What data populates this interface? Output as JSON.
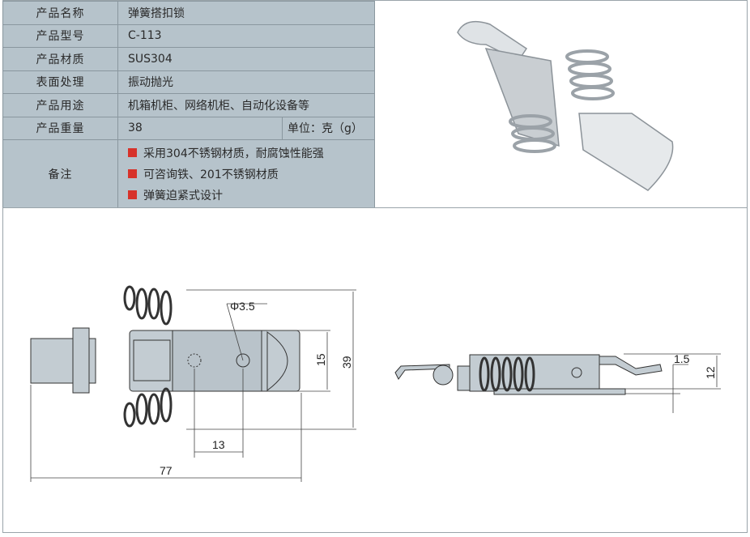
{
  "spec_table": {
    "rows": [
      {
        "label": "产品名称",
        "value": "弹簧搭扣锁"
      },
      {
        "label": "产品型号",
        "value": "C-113"
      },
      {
        "label": "产品材质",
        "value": "SUS304"
      },
      {
        "label": "表面处理",
        "value": "振动抛光"
      },
      {
        "label": "产品用途",
        "value": "机箱机柜、网络机柜、自动化设备等"
      },
      {
        "label": "产品重量",
        "value": "38",
        "unit": "单位：克（g）"
      }
    ],
    "notes_label": "备注",
    "notes": [
      "采用304不锈钢材质，耐腐蚀性能强",
      "可咨询铁、201不锈钢材质",
      "弹簧迫紧式设计"
    ],
    "bullet_color": "#d7322a"
  },
  "drawing": {
    "hole_diameter": "Φ3.5",
    "dim_15": "15",
    "dim_39": "39",
    "dim_13": "13",
    "dim_77": "77",
    "dim_1_5": "1.5",
    "dim_12": "12"
  }
}
